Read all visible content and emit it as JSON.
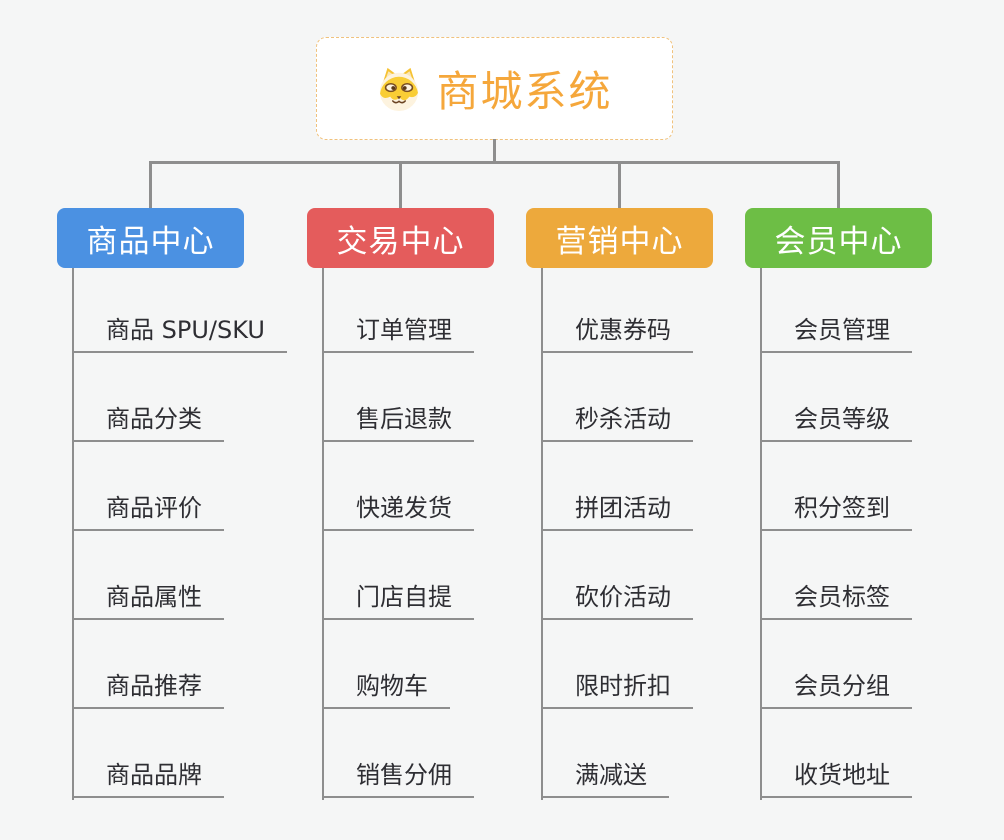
{
  "root": {
    "title": "商城系统",
    "icon": "dog-face-icon",
    "title_color": "#f5a73b",
    "border_color": "#f0c27d",
    "background": "#ffffff"
  },
  "colors": {
    "connector": "#8e8e8e",
    "leaf_text": "#2e2e33",
    "canvas_background": "#f5f6f6"
  },
  "branches": [
    {
      "label": "商品中心",
      "color": "#4b91e2",
      "children": [
        "商品 SPU/SKU",
        "商品分类",
        "商品评价",
        "商品属性",
        "商品推荐",
        "商品品牌"
      ]
    },
    {
      "label": "交易中心",
      "color": "#e45c5c",
      "children": [
        "订单管理",
        "售后退款",
        "快递发货",
        "门店自提",
        "购物车",
        "销售分佣"
      ]
    },
    {
      "label": "营销中心",
      "color": "#eda93c",
      "children": [
        "优惠券码",
        "秒杀活动",
        "拼团活动",
        "砍价活动",
        "限时折扣",
        "满减送"
      ]
    },
    {
      "label": "会员中心",
      "color": "#6dbe45",
      "children": [
        "会员管理",
        "会员等级",
        "积分签到",
        "会员标签",
        "会员分组",
        "收货地址"
      ]
    }
  ]
}
